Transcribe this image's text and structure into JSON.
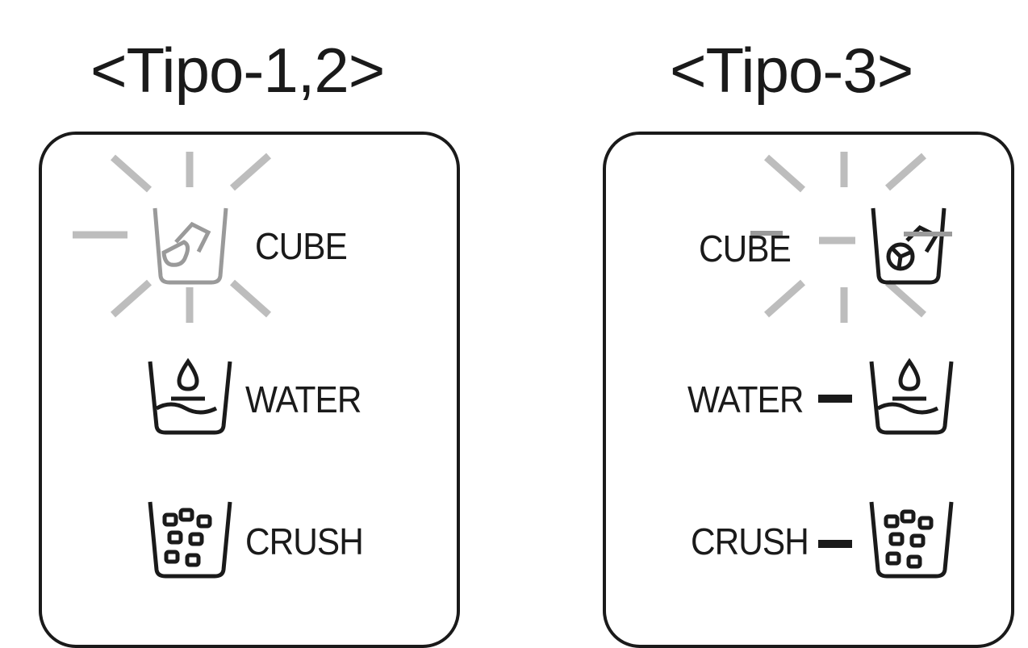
{
  "panels": [
    {
      "title": "<Tipo-1,2>",
      "options": [
        "CUBE",
        "WATER",
        "CRUSH"
      ],
      "highlighted": "CUBE"
    },
    {
      "title": "<Tipo-3>",
      "options": [
        "CUBE",
        "WATER",
        "CRUSH"
      ],
      "highlighted": "CUBE"
    }
  ],
  "colors": {
    "ink": "#1a1a1a",
    "glow": "#bdbdbd",
    "highlight_icon": "#9a9a9a"
  }
}
